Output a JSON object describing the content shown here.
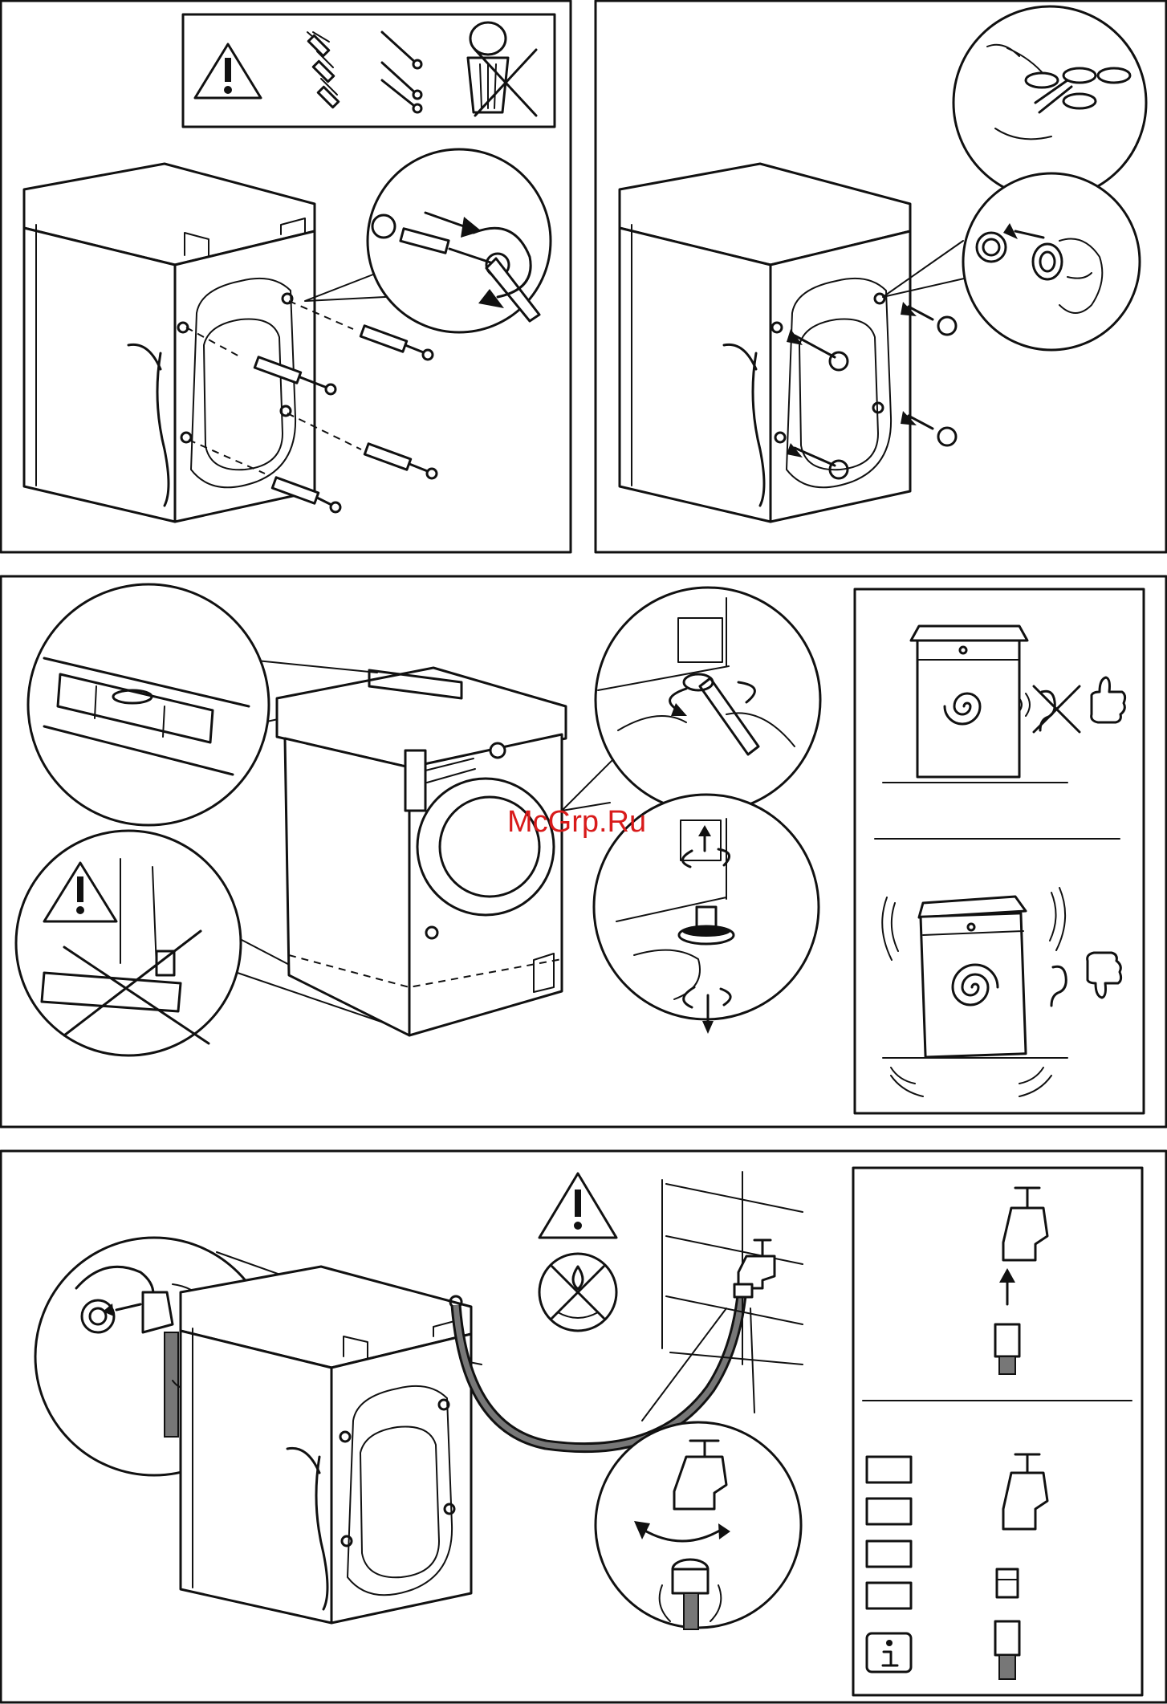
{
  "watermark": {
    "text": "McGrp.Ru"
  },
  "colors": {
    "line": "#111111",
    "watermark": "#d81b1b",
    "hose": "#777777",
    "background": "#ffffff"
  },
  "panels": [
    {
      "id": "fixing-transit-bolts-removal",
      "icons": [
        "warning-triangle-icon",
        "plastic-plug-icon",
        "long-bolt-icon",
        "no-trash-bin-icon",
        "spanner-icon"
      ]
    },
    {
      "id": "fitting-plastic-caps",
      "icons": [
        "scissors-icon",
        "cap-icon",
        "hand-icon"
      ]
    },
    {
      "id": "levelling-machine",
      "icons": [
        "spirit-level-icon",
        "warning-triangle-icon",
        "adjustable-foot-icon",
        "spanner-icon",
        "ear-icon",
        "thumb-up-icon",
        "thumb-down-icon",
        "spiral-drum-icon"
      ]
    },
    {
      "id": "water-inlet-hose-connection",
      "icons": [
        "warning-triangle-icon",
        "no-drip-icon",
        "tap-icon",
        "hose-connector-icon",
        "adapter-icon",
        "info-icon"
      ]
    }
  ]
}
